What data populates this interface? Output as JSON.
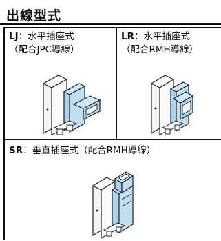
{
  "page": {
    "title": "出線型式"
  },
  "panels": [
    {
      "code": "LJ",
      "line1": "：水平插座式",
      "line2": "（配合JPC導線）",
      "icon": "connector-horizontal-jpc-illustration",
      "accent": "#a8d4ee"
    },
    {
      "code": "LR",
      "line1": "：水平插座式",
      "line2": "（配合RMH導線）",
      "icon": "connector-horizontal-rmh-illustration",
      "accent": "#a8d4ee"
    },
    {
      "code": "SR",
      "line1": "：垂直插座式（配合RMH導線）",
      "icon": "connector-vertical-rmh-illustration",
      "accent": "#a8d4ee"
    }
  ]
}
